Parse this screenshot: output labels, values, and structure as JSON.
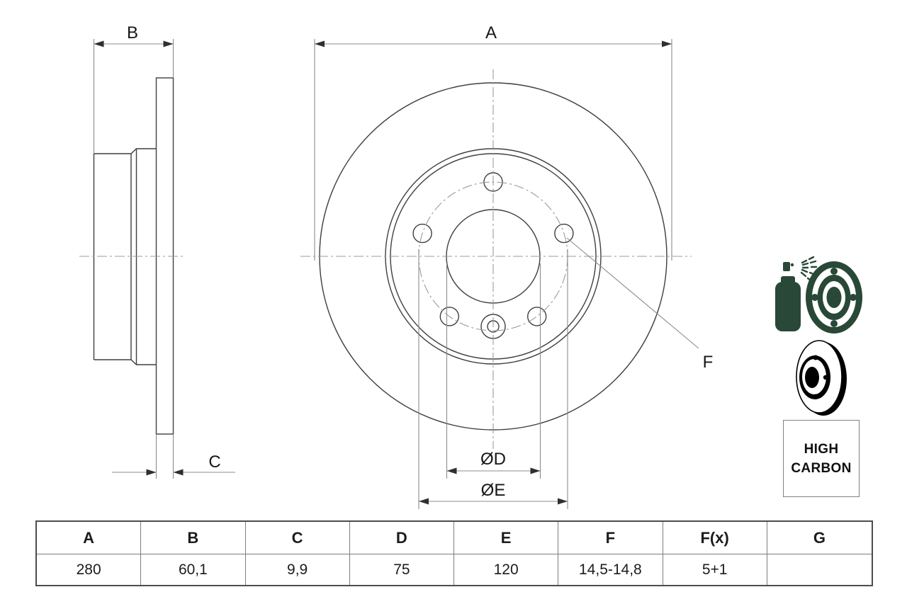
{
  "drawing": {
    "labels": {
      "a": "A",
      "b": "B",
      "c": "C",
      "f": "F",
      "dia_d": "ØD",
      "dia_e": "ØE"
    }
  },
  "icons": {
    "spray": "coated-disc-spray-icon",
    "disc": "brake-disc-side-icon"
  },
  "badge": {
    "line1": "HIGH",
    "line2": "CARBON"
  },
  "table": {
    "headers": [
      "A",
      "B",
      "C",
      "D",
      "E",
      "F",
      "F(x)",
      "G"
    ],
    "values": [
      "280",
      "60,1",
      "9,9",
      "75",
      "120",
      "14,5-14,8",
      "5+1",
      ""
    ]
  },
  "colors": {
    "icon_green": "#294837",
    "object_line": "#3f3f3f",
    "dim_line": "#8c8c8c",
    "center_line": "#9b9b9b"
  }
}
